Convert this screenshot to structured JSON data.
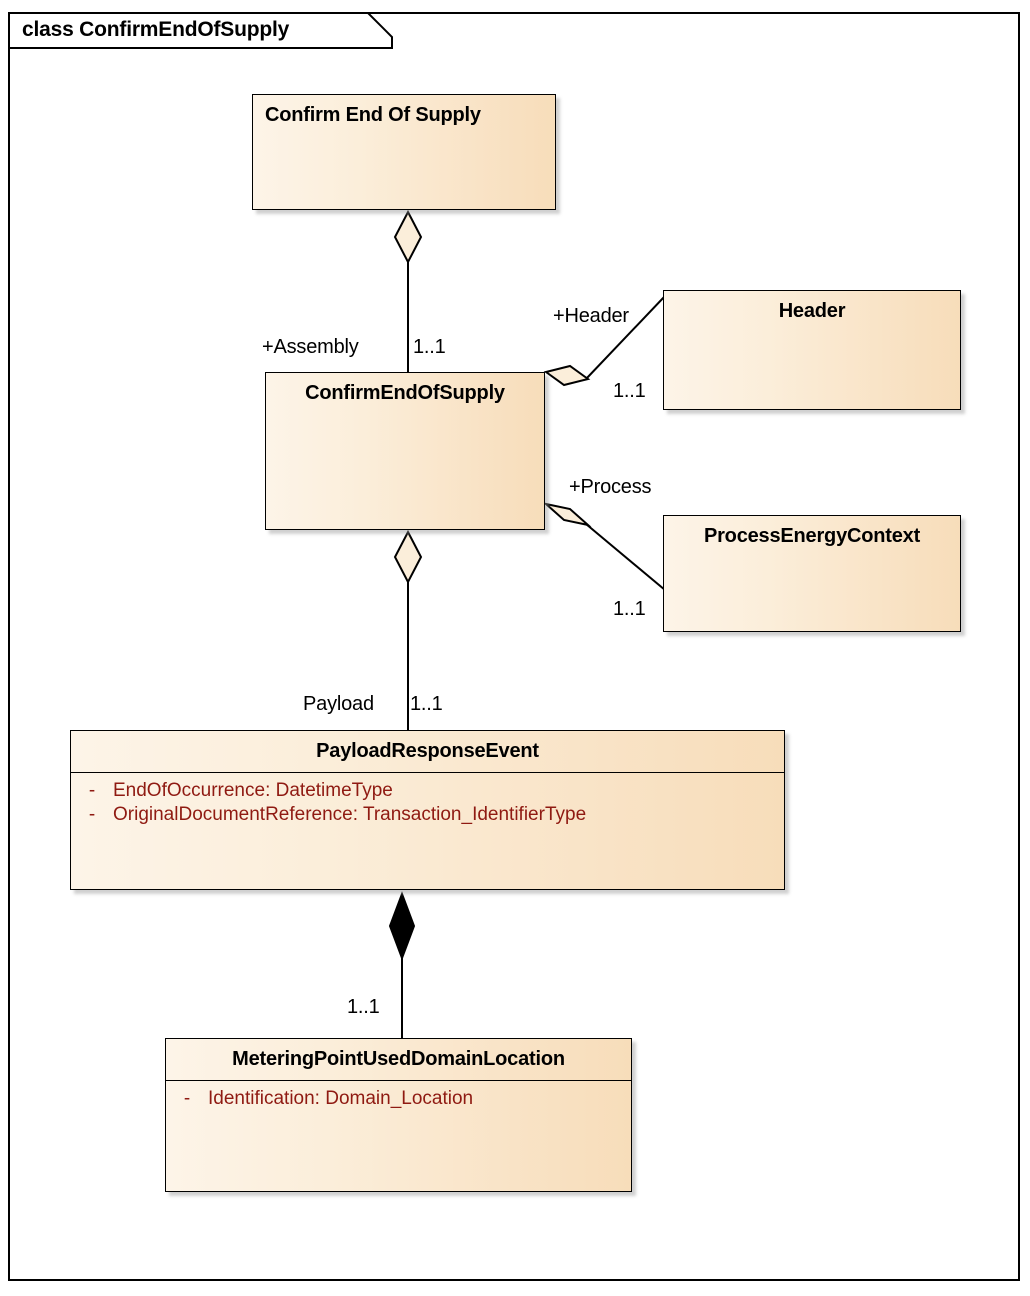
{
  "diagram": {
    "kind_label": "class",
    "frame_title": "class ConfirmEndOfSupply",
    "name": "ConfirmEndOfSupply",
    "palette": {
      "box_fill_light": "#FDF4E8",
      "box_fill_dark": "#F7DDBA",
      "border": "#000000",
      "title_text": "#000000",
      "attribute_text": "#8F1A12",
      "canvas": "#FFFFFF"
    }
  },
  "classes": {
    "confirm_end_of_supply_root": {
      "name": "Confirm End Of Supply",
      "attributes": []
    },
    "confirm_end_of_supply": {
      "name": "ConfirmEndOfSupply",
      "attributes": []
    },
    "header": {
      "name": "Header",
      "attributes": []
    },
    "process_energy_context": {
      "name": "ProcessEnergyContext",
      "attributes": []
    },
    "payload_response_event": {
      "name": "PayloadResponseEvent",
      "attributes": [
        {
          "visibility": "-",
          "text": "EndOfOccurrence: DatetimeType"
        },
        {
          "visibility": "-",
          "text": "OriginalDocumentReference: Transaction_IdentifierType"
        }
      ]
    },
    "metering_point_used_domain_location": {
      "name": "MeteringPointUsedDomainLocation",
      "attributes": [
        {
          "visibility": "-",
          "text": "Identification: Domain_Location"
        }
      ]
    }
  },
  "associations": [
    {
      "id": "assembly",
      "from": "confirm_end_of_supply_root",
      "to": "confirm_end_of_supply",
      "type": "aggregation",
      "role": "+Assembly",
      "multiplicity": "1..1"
    },
    {
      "id": "header",
      "from": "confirm_end_of_supply",
      "to": "header",
      "type": "aggregation",
      "role": "+Header",
      "multiplicity": "1..1"
    },
    {
      "id": "process",
      "from": "confirm_end_of_supply",
      "to": "process_energy_context",
      "type": "aggregation",
      "role": "+Process",
      "multiplicity": "1..1"
    },
    {
      "id": "payload",
      "from": "confirm_end_of_supply",
      "to": "payload_response_event",
      "type": "aggregation",
      "role": "Payload",
      "multiplicity": "1..1"
    },
    {
      "id": "metering_point",
      "from": "payload_response_event",
      "to": "metering_point_used_domain_location",
      "type": "composition",
      "role": "",
      "multiplicity": "1..1"
    }
  ]
}
